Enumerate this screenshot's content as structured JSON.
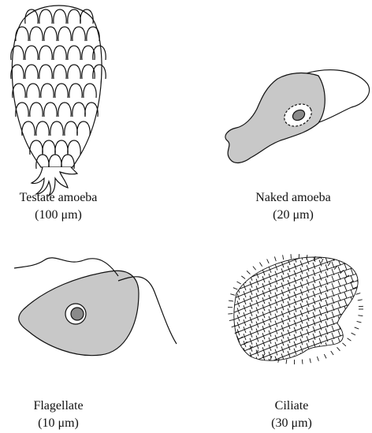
{
  "organisms": [
    {
      "name": "Testate amoeba",
      "size": "(100 μm)"
    },
    {
      "name": "Naked amoeba",
      "size": "(20 μm)"
    },
    {
      "name": "Flagellate",
      "size": "(10 μm)"
    },
    {
      "name": "Ciliate",
      "size": "(30 μm)"
    }
  ],
  "colors": {
    "cell_fill": "#c8c8c8",
    "stroke": "#111111",
    "nucleus_fill": "#8a8a8a"
  }
}
